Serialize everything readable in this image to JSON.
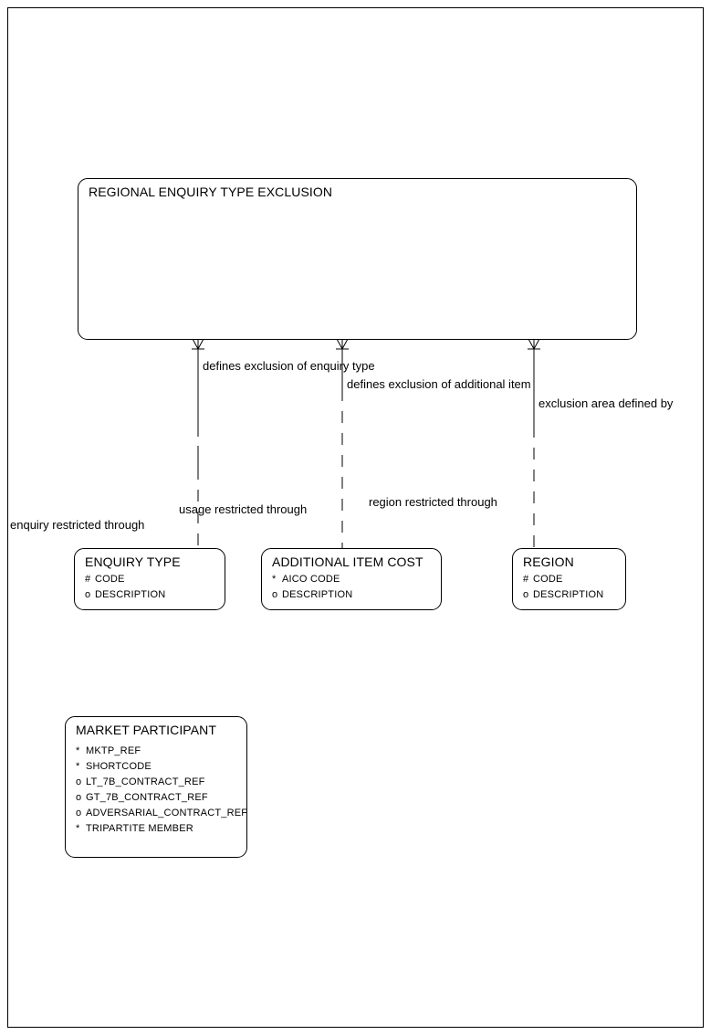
{
  "diagram": {
    "type": "entity-relationship-diagram",
    "notation": "crows-foot",
    "page_border": true
  },
  "entities": [
    {
      "id": "regional-enquiry-type-exclusion",
      "name": "REGIONAL ENQUIRY TYPE EXCLUSION",
      "attributes": []
    },
    {
      "id": "enquiry-type",
      "name": "ENQUIRY TYPE",
      "attributes": [
        {
          "mark": "#",
          "name": "CODE"
        },
        {
          "mark": "o",
          "name": "DESCRIPTION"
        }
      ]
    },
    {
      "id": "additional-item-cost",
      "name": "ADDITIONAL ITEM COST",
      "attributes": [
        {
          "mark": "*",
          "name": "AICO CODE"
        },
        {
          "mark": "o",
          "name": "DESCRIPTION"
        }
      ]
    },
    {
      "id": "region",
      "name": "REGION",
      "attributes": [
        {
          "mark": "#",
          "name": "CODE"
        },
        {
          "mark": "o",
          "name": "DESCRIPTION"
        }
      ]
    },
    {
      "id": "market-participant",
      "name": "MARKET PARTICIPANT",
      "attributes": [
        {
          "mark": "*",
          "name": "MKTP_REF"
        },
        {
          "mark": "*",
          "name": "SHORTCODE"
        },
        {
          "mark": "o",
          "name": "LT_7B_CONTRACT_REF"
        },
        {
          "mark": "o",
          "name": "GT_7B_CONTRACT_REF"
        },
        {
          "mark": "o",
          "name": "ADVERSARIAL_CONTRACT_REF"
        },
        {
          "mark": "*",
          "name": "TRIPARTITE MEMBER"
        }
      ]
    }
  ],
  "relationships": [
    {
      "id": "enquiry-type-relationship",
      "from": "regional-enquiry-type-exclusion",
      "to": "enquiry-type",
      "label_from": "defines exclusion of enquiry type",
      "label_to": "enquiry restricted through",
      "label_mid": "usage restricted through"
    },
    {
      "id": "additional-item-cost-relationship",
      "from": "regional-enquiry-type-exclusion",
      "to": "additional-item-cost",
      "label_from": "defines exclusion of additional item",
      "label_to": "region restricted through"
    },
    {
      "id": "region-relationship",
      "from": "regional-enquiry-type-exclusion",
      "to": "region",
      "label_from": "exclusion area defined by"
    }
  ],
  "labels": {
    "defines_exclusion_enquiry_type": "defines exclusion of enquiry type",
    "defines_exclusion_additional_item": "defines exclusion of additional item",
    "exclusion_area_defined_by": "exclusion area defined by",
    "enquiry_restricted_through": "enquiry restricted through",
    "usage_restricted_through": "usage restricted through",
    "region_restricted_through": "region restricted through"
  },
  "colors": {
    "stroke": "#000000",
    "background": "#ffffff",
    "text": "#000000"
  }
}
